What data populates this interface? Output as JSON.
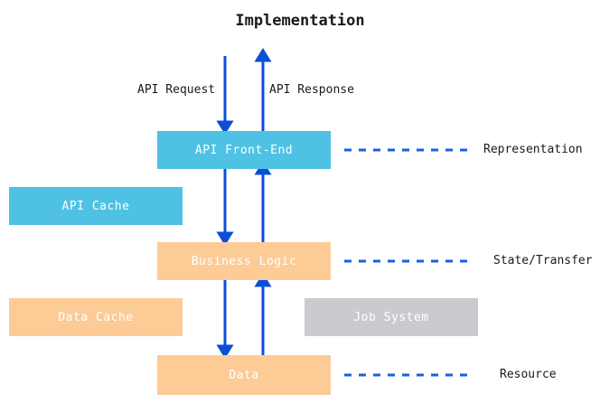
{
  "title": "Implementation",
  "colors": {
    "blue_node": "#4fc1e3",
    "orange_node": "#fdcb96",
    "gray_node": "#ccc9cf",
    "arrow": "#0b4fd6",
    "dash": "#1a5fe0",
    "text_dark": "#1a1a1a",
    "node_text": "#ffffff",
    "background": "#ffffff"
  },
  "nodes": {
    "api_frontend": "API Front-End",
    "api_cache": "API Cache",
    "business_logic": "Business Logic",
    "data_cache": "Data Cache",
    "job_system": "Job System",
    "data": "Data"
  },
  "edge_labels": {
    "api_request": "API Request",
    "api_response": "API Response"
  },
  "side_labels": {
    "representation": "Representation",
    "state_transfer": "State/Transfer",
    "resource": "Resource"
  }
}
